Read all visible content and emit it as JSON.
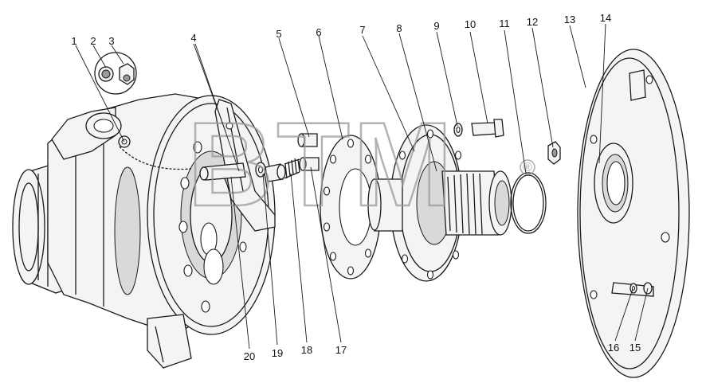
{
  "callouts": [
    {
      "label": "1"
    },
    {
      "label": "2"
    },
    {
      "label": "3"
    },
    {
      "label": "4"
    },
    {
      "label": "5"
    },
    {
      "label": "6"
    },
    {
      "label": "7"
    },
    {
      "label": "8"
    },
    {
      "label": "9"
    },
    {
      "label": "10"
    },
    {
      "label": "11"
    },
    {
      "label": "12"
    },
    {
      "label": "13"
    },
    {
      "label": "14"
    },
    {
      "label": "15"
    },
    {
      "label": "16"
    },
    {
      "label": "17"
    },
    {
      "label": "18"
    },
    {
      "label": "19"
    },
    {
      "label": "20"
    }
  ],
  "watermark": {
    "text": "BTM",
    "registered": "®"
  },
  "colors": {
    "line": "#1a1a1a",
    "watermark": "#9a9a9a",
    "background": "#ffffff"
  }
}
